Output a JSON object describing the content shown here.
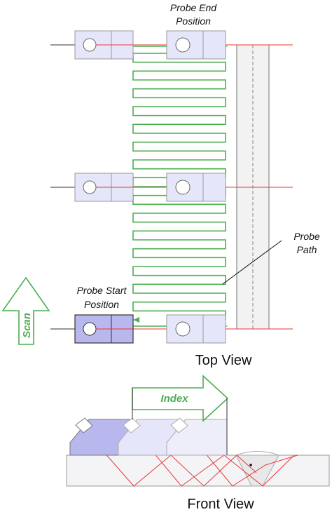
{
  "labels": {
    "probe_end_line1": "Probe End",
    "probe_end_line2": "Position",
    "probe_start_line1": "Probe Start",
    "probe_start_line2": "Position",
    "probe_path_line1": "Probe",
    "probe_path_line2": "Path",
    "scan": "Scan",
    "index": "Index",
    "top_view": "Top View",
    "front_view": "Front View"
  },
  "colors": {
    "path_green": "#4caf50",
    "beam_red": "#e53935",
    "probe_fill": "#e6e6fa",
    "probe_start_fill": "#b8b8ee",
    "weld_fill": "#f2f2f2",
    "outline": "#888888"
  },
  "icons": {
    "scan_arrow": "up-arrow-outline",
    "index_arrow": "right-arrow-outline"
  }
}
